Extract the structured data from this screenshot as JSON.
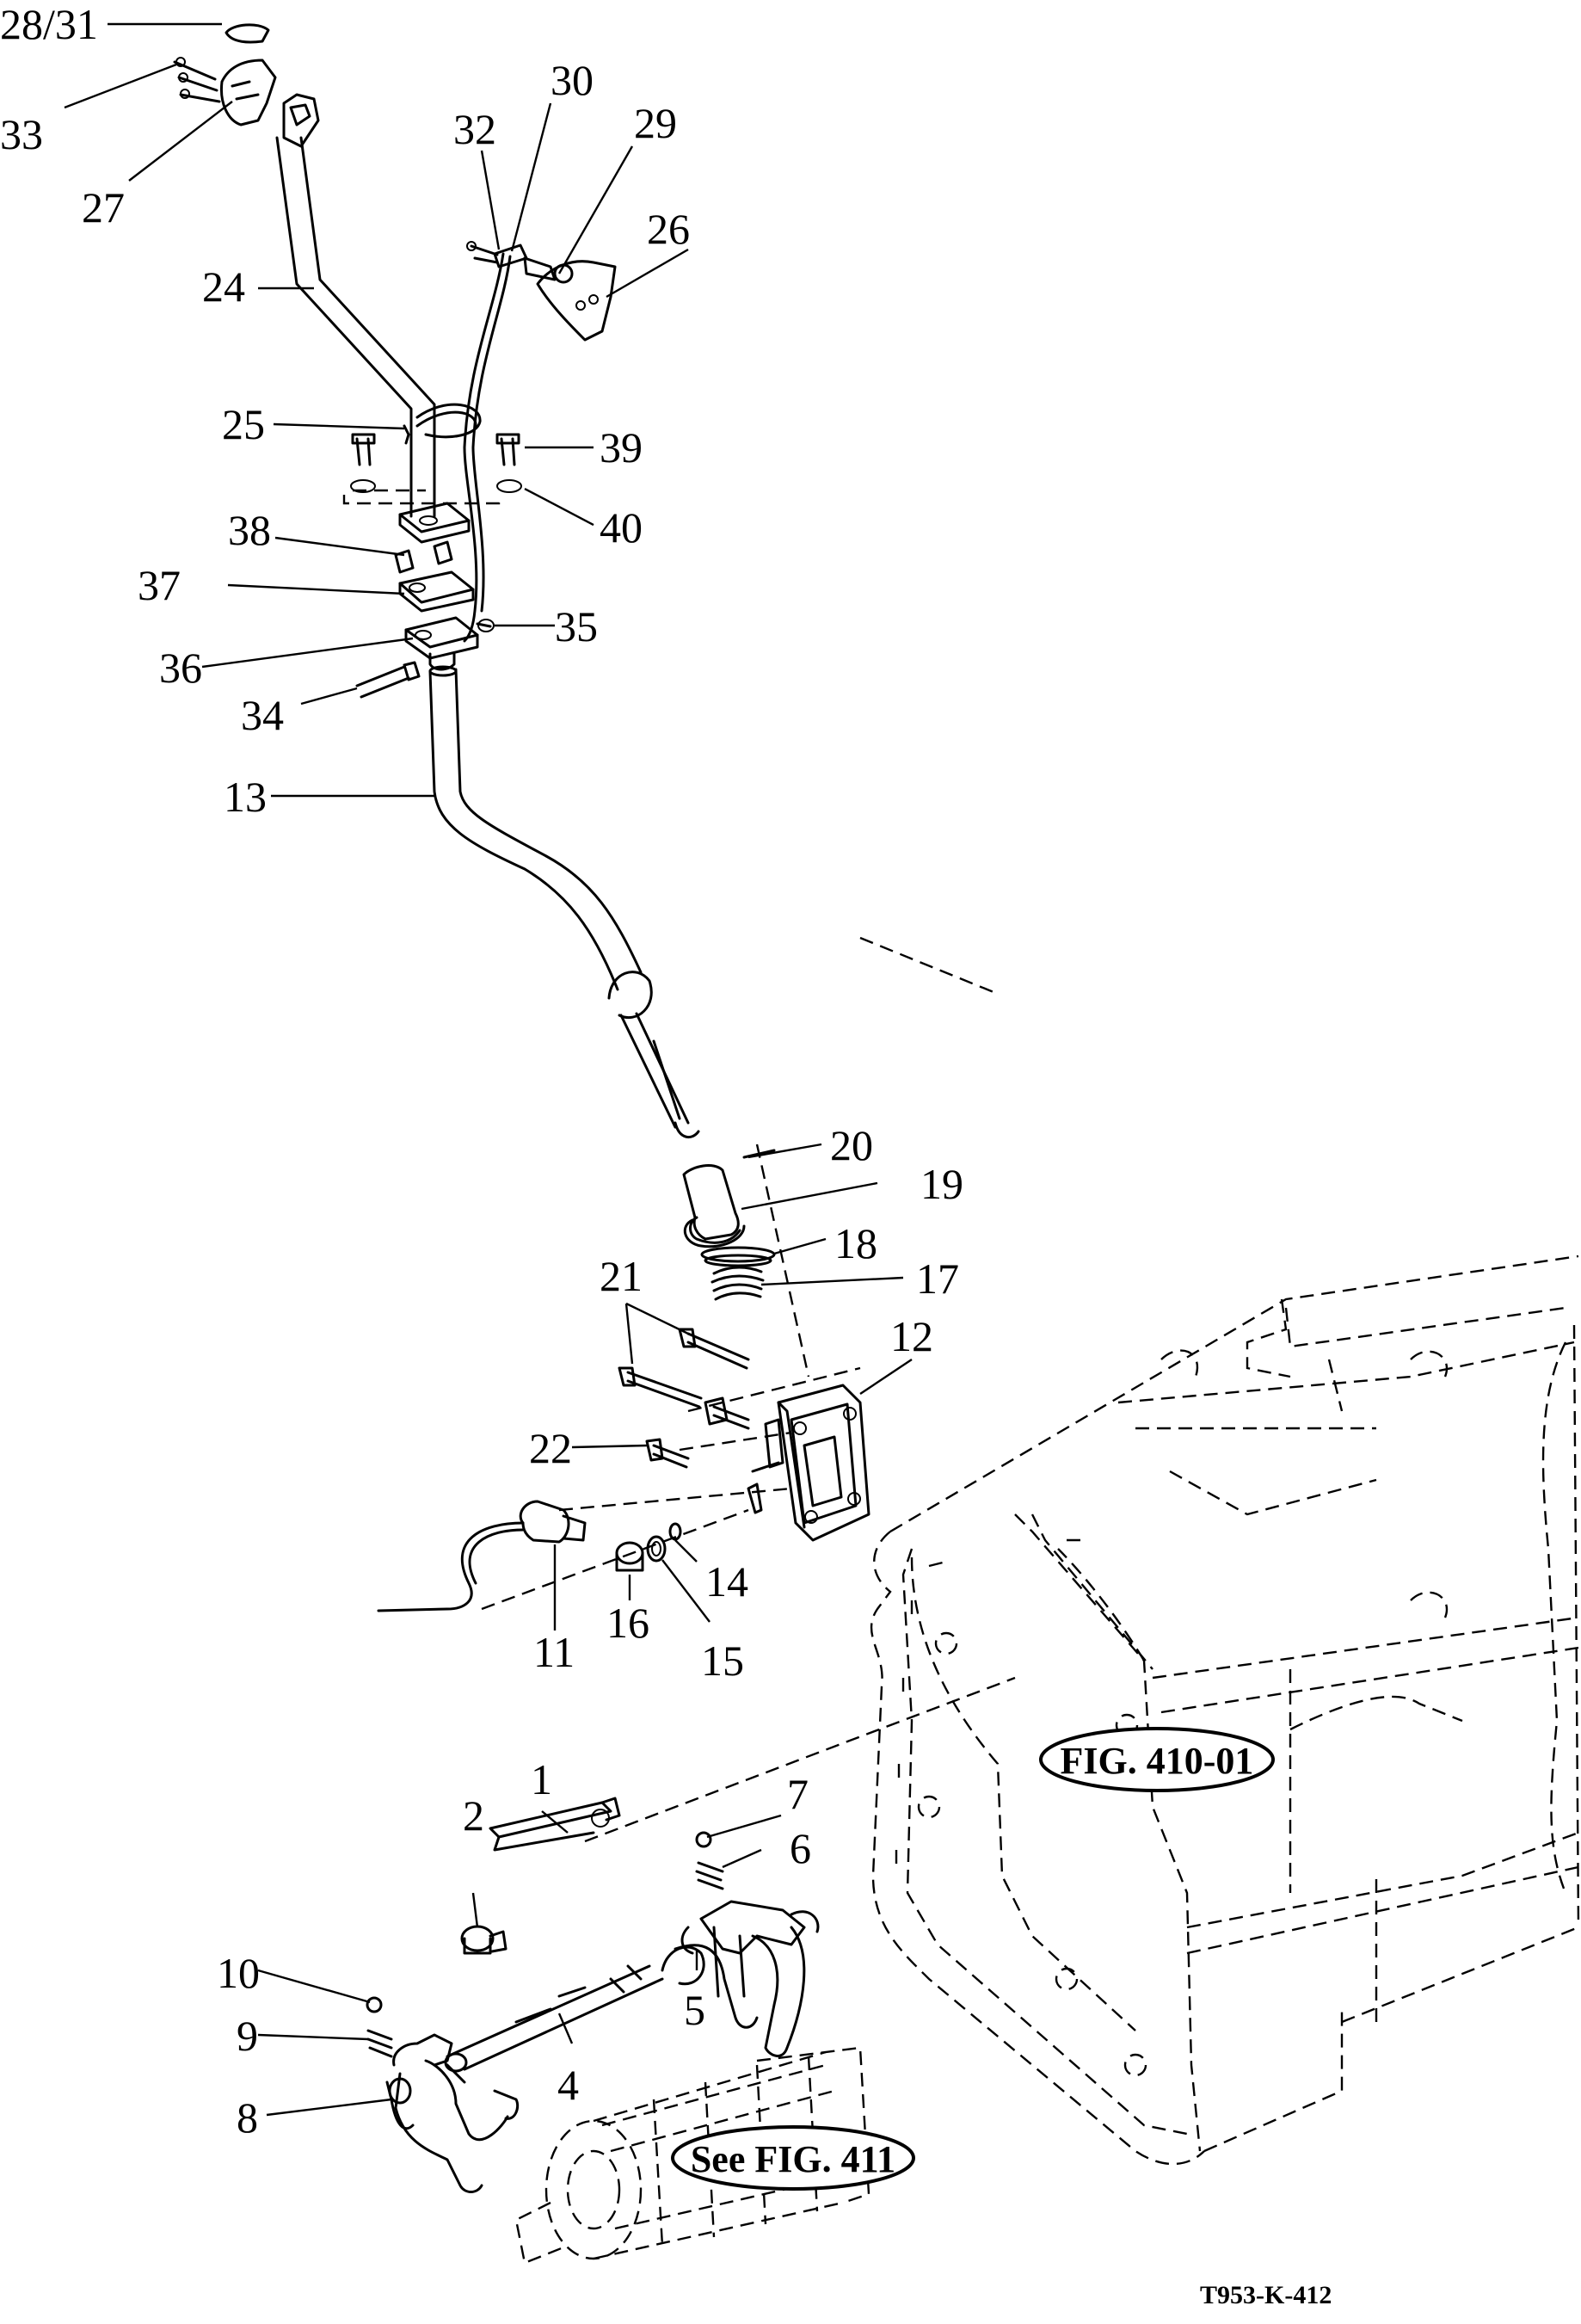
{
  "labels": {
    "p28_31": "28/31",
    "p33": "33",
    "p27": "27",
    "p32": "32",
    "p30": "30",
    "p29": "29",
    "p26": "26",
    "p24": "24",
    "p25": "25",
    "p39": "39",
    "p40": "40",
    "p38": "38",
    "p37": "37",
    "p35": "35",
    "p36": "36",
    "p34": "34",
    "p13": "13",
    "p20": "20",
    "p19": "19",
    "p18": "18",
    "p17": "17",
    "p21": "21",
    "p12": "12",
    "p22": "22",
    "p14": "14",
    "p11": "11",
    "p16": "16",
    "p15": "15",
    "p1": "1",
    "p7": "7",
    "p2": "2",
    "p6": "6",
    "p10": "10",
    "p5": "5",
    "p9": "9",
    "p4": "4",
    "p8": "8"
  },
  "references": {
    "fig_410": "FIG. 410-01",
    "fig_411": "See FIG. 411"
  },
  "drawing_code": "T953-K-412"
}
